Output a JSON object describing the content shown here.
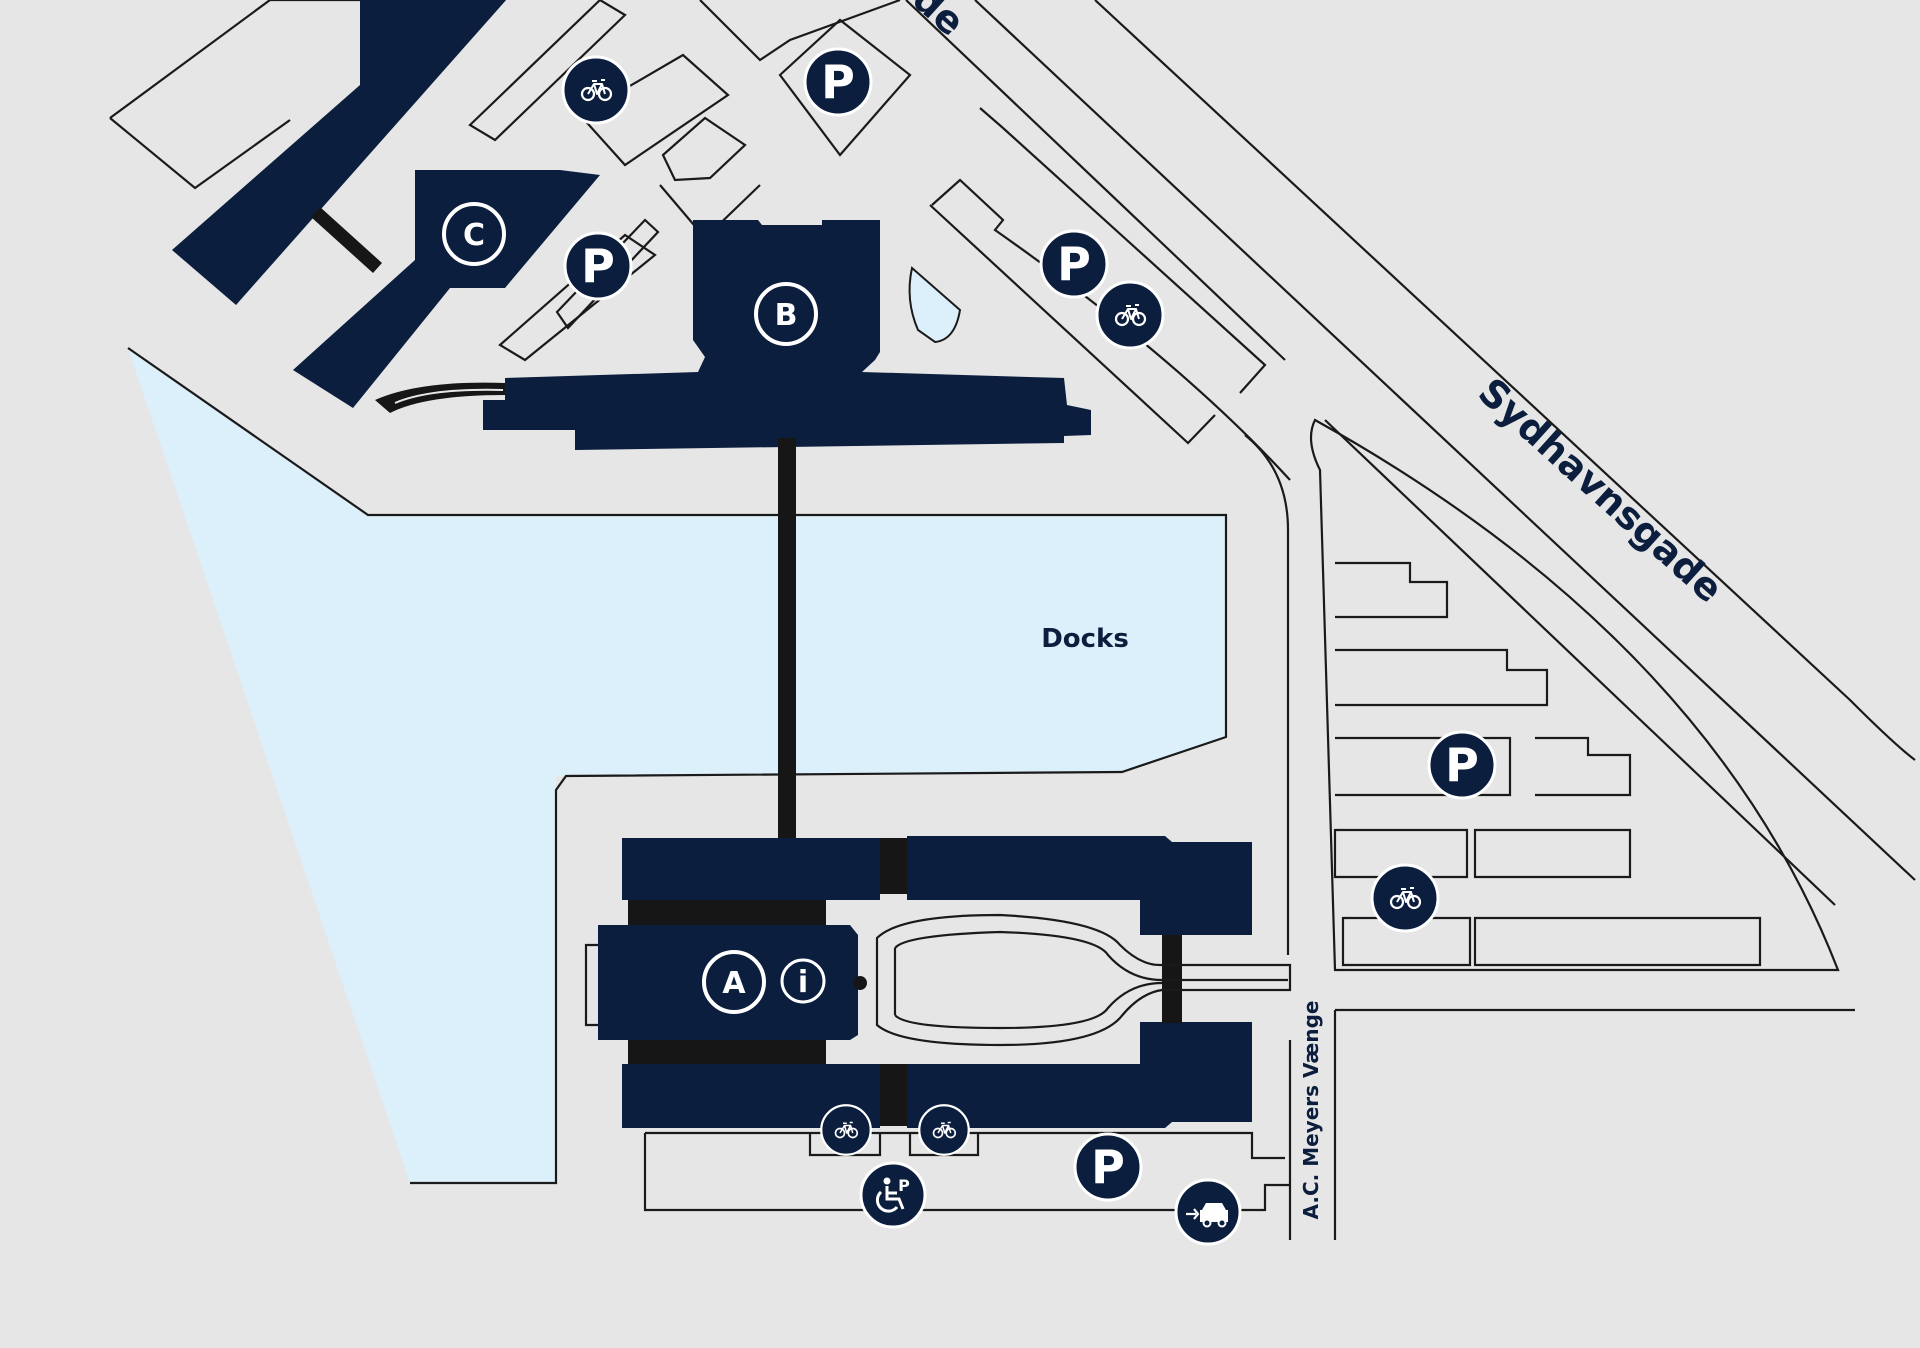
{
  "map": {
    "streets": {
      "sydhavnsgade": "Sydhavnsgade",
      "top_street_fragment": "de",
      "ac_meyers": "A.C. Meyers Vænge"
    },
    "areas": {
      "docks": "Docks"
    },
    "buildings": {
      "a": "A",
      "b": "B",
      "c": "C"
    },
    "parking_symbol": "P",
    "handicap_parking_symbol": "P",
    "info_symbol": "i",
    "colors": {
      "background": "#e6e6e6",
      "building": "#0c1e3e",
      "water": "#dcf0fb",
      "connector": "#161616",
      "outline": "#1a1a1a"
    },
    "icons": [
      "parking-icon",
      "bicycle-parking-icon",
      "handicap-parking-icon",
      "ev-charging-icon",
      "info-icon"
    ]
  }
}
